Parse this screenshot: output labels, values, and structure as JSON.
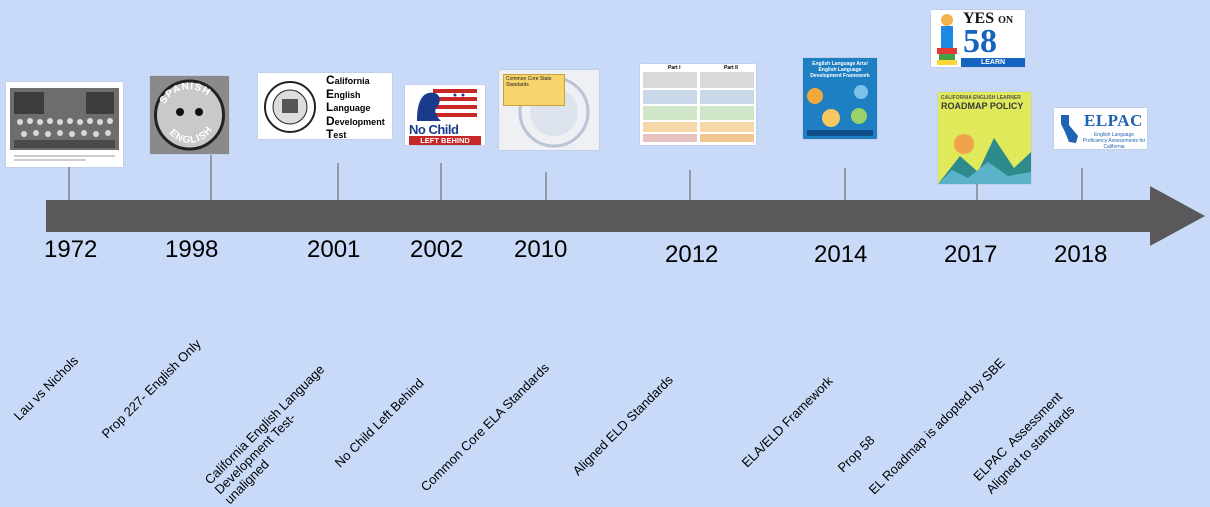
{
  "timeline": {
    "events": [
      {
        "year": "1972",
        "label": "Lau vs Nichols",
        "thumb": "classroom-photo"
      },
      {
        "year": "1998",
        "label": "Prop 227- English Only",
        "thumb": "spanish-english-badge",
        "badge_top": "SPANISH",
        "badge_bottom": "ENGLISH"
      },
      {
        "year": "2001",
        "label": "California English Language Development Test- unaligned",
        "thumb": "celdt-logo",
        "celdt_letters": [
          "C",
          "E",
          "L",
          "D",
          "T"
        ],
        "celdt_words": [
          "alifornia",
          "nglish",
          "anguage",
          "evelopment",
          "est"
        ]
      },
      {
        "year": "2002",
        "label": "No Child Left Behind",
        "thumb": "nclb-logo",
        "logo_text_1": "No Child",
        "logo_text_2": "LEFT BEHIND"
      },
      {
        "year": "2010",
        "label": "Common Core ELA Standards",
        "thumb": "common-core-doc",
        "doc_title": "Common Core State Standards"
      },
      {
        "year": "2012",
        "label": "Aligned ELD Standards",
        "thumb": "eld-standards-doc",
        "part1": "Part I",
        "part2": "Part II"
      },
      {
        "year": "2014",
        "label": "ELA/ELD Framework",
        "thumb": "framework-cover",
        "cover_title": "English Language Arts/ English Language Development Framework"
      },
      {
        "year": "2017",
        "label": "Prop 58",
        "thumb": "yes-on-58",
        "sign_line1": "YES",
        "sign_on": "ON",
        "sign_num": "58",
        "sign_line3": "LEARN"
      },
      {
        "year": "2017",
        "label": "EL Roadmap is adopted by SBE",
        "thumb": "roadmap-cover",
        "cover_line1": "CALIFORNIA ENGLISH LEARNER",
        "cover_line2": "ROADMAP POLICY"
      },
      {
        "year": "2018",
        "label": "ELPAC  Assessment\nAligned to standards",
        "thumb": "elpac-logo",
        "logo_name": "ELPAC",
        "logo_sub": "English Language Proficiency Assessments for California"
      }
    ]
  },
  "colors": {
    "background": "#c9daf8",
    "arrow": "#595959",
    "tick": "#595959"
  }
}
